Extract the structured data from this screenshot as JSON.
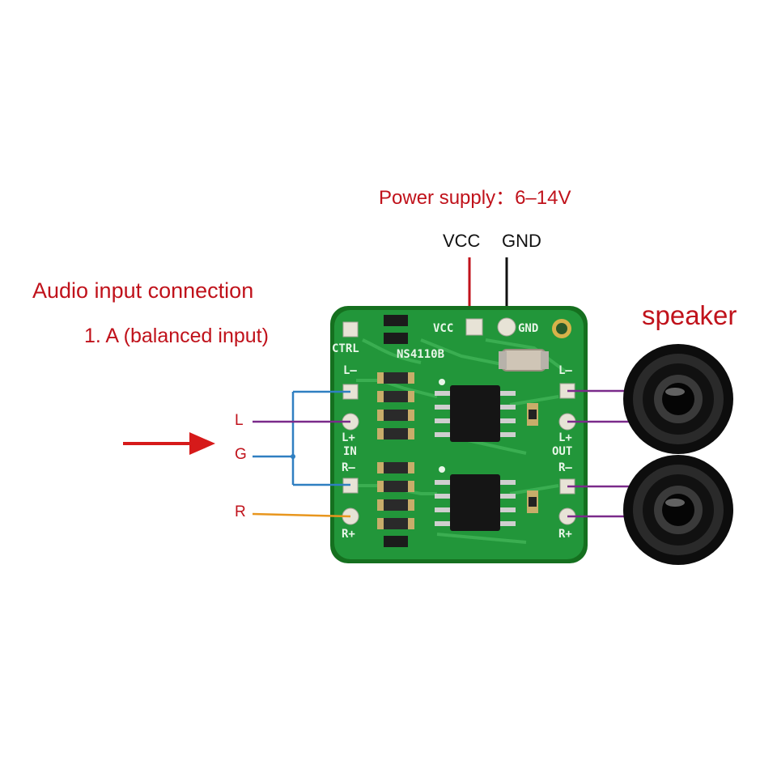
{
  "labels": {
    "power_supply": "Power supply：6–14V",
    "vcc": "VCC",
    "gnd": "GND",
    "audio_input": "Audio input connection",
    "balanced": "1. A (balanced input)",
    "speaker": "speaker",
    "wire_l": "L",
    "wire_g": "G",
    "wire_r": "R"
  },
  "board": {
    "chip_name": "NS4110B",
    "silk_ctrl": "CTRL",
    "silk_vcc": "VCC",
    "silk_gnd": "GND",
    "silk_l_minus": "L–",
    "silk_l_plus": "L+",
    "silk_in": "IN",
    "silk_r_minus": "R–",
    "silk_r_plus": "R+",
    "silk_out_l_minus": "L–",
    "silk_out_l_plus": "L+",
    "silk_out": "OUT",
    "silk_out_r_minus": "R–",
    "silk_out_r_plus": "R+"
  },
  "colors": {
    "label_red": "#c0121b",
    "pcb_green": "#1f8f2f",
    "wire_blue": "#2f7fc1",
    "wire_purple": "#7a2a8a",
    "wire_orange": "#e8961e",
    "vcc_wire": "#c0121b",
    "gnd_wire": "#111111"
  }
}
